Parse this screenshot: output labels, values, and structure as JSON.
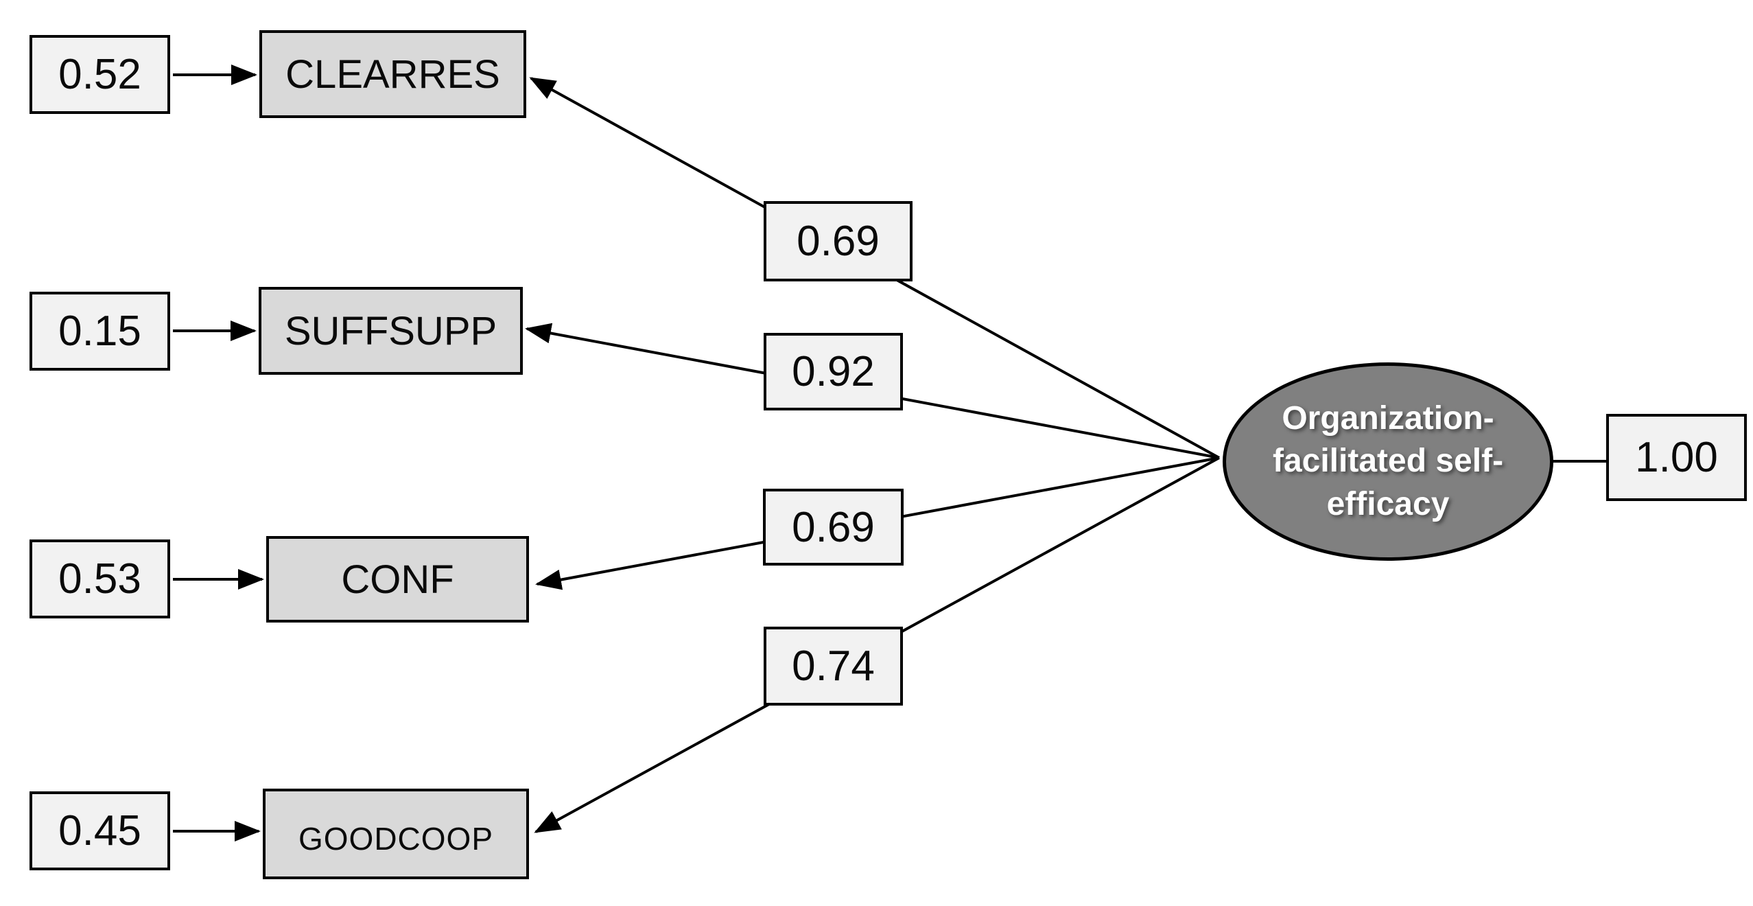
{
  "figure": {
    "type": "sem-path-diagram",
    "latent": {
      "label": "Organization-facilitated self-efficacy",
      "label_lines": [
        "Organization-",
        "facilitated self-",
        "efficacy"
      ],
      "variance": "1.00"
    },
    "indicators": [
      {
        "name": "CLEARRES",
        "error_variance": "0.52",
        "loading": "0.69"
      },
      {
        "name": "SUFFSUPP",
        "error_variance": "0.15",
        "loading": "0.92"
      },
      {
        "name": "CONF",
        "error_variance": "0.53",
        "loading": "0.69"
      },
      {
        "name": "GOODCOOP",
        "error_variance": "0.45",
        "loading": "0.74"
      }
    ],
    "colors": {
      "indicator_fill": "#d9d9d9",
      "value_box_fill": "#f2f2f2",
      "latent_fill": "#808080",
      "latent_text": "#ffffff",
      "stroke": "#000000",
      "background": "#ffffff"
    }
  }
}
